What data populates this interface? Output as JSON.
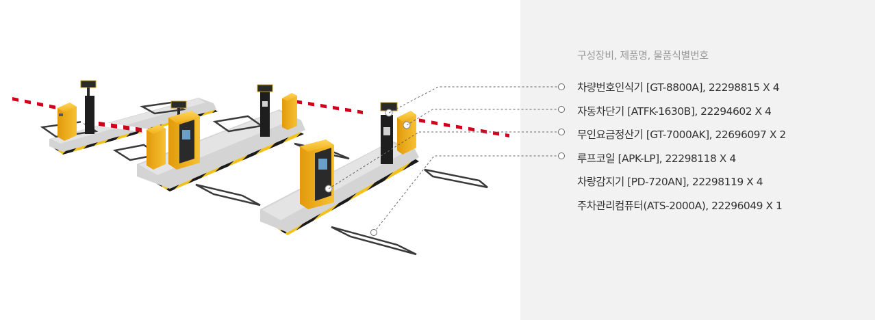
{
  "panel": {
    "heading": "구성장비, 제품명, 물품식별번호",
    "items": [
      {
        "label": "차량번호인식기 [GT-8800A], 22298815 X 4"
      },
      {
        "label": "자동차단기 [ATFK-1630B], 22294602 X 4"
      },
      {
        "label": "무인요금정산기 [GT-7000AK], 22696097 X 2"
      },
      {
        "label": "루프코일 [APK-LP], 22298118 X 4"
      },
      {
        "label": "차량감지기 [PD-720AN], 22298119 X 4"
      },
      {
        "label": "주차관리컴퓨터(ATS-2000A), 22296049 X 1"
      }
    ]
  },
  "colors": {
    "panel_bg": "#f2f2f2",
    "heading_text": "#999999",
    "item_text": "#333333",
    "equipment_yellow": "#f2b21b",
    "hazard_black": "#1a1a1a",
    "barrier_red": "#d0021b",
    "leader_line": "#666666"
  }
}
